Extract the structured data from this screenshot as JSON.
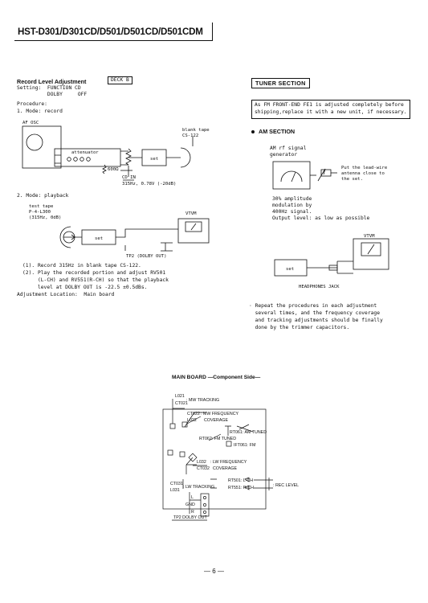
{
  "header": {
    "title": "HST-D301/D301CD/D501/D501CD/D501CDM"
  },
  "record": {
    "heading": "Record Level Adjustment",
    "deck": "DECK B",
    "setting1": "Setting:  FUNCTION CD",
    "setting2": "          DOLBY     OFF",
    "procedure": "Procedure:",
    "mode1": "1. Mode: record",
    "af_osc": "AF OSC",
    "attenuator": "attenuator",
    "res": "600Ω",
    "set": "set",
    "blank_tape": "blank tape",
    "cs": "CS-122",
    "cd_in": "CD IN",
    "cd_in_value": "315Hz, 0.78V (-20dB)",
    "mode2": "2. Mode: playback",
    "test_tape": "test tape",
    "test_tape_id": "P-4-L300",
    "test_tape_sig": "(315Hz, 0dB)",
    "vtvm": "VTVM",
    "tp2": "TP2 (DOLBY OUT)",
    "step1": "(1). Record 315Hz in blank tape CS-122.",
    "step2a": "(2). Play the recorded portion and adjust RV501",
    "step2b": "     (L-CH) and RV551(R-CH) so that the playback",
    "step2c": "     level at DOLBY OUT is -22.5 ±0.5dBs.",
    "location": "Adjustment Location:  Main board"
  },
  "tuner": {
    "section": "TUNER SECTION",
    "note1": "As FM FRONT-END FE1 is adjusted completely before",
    "note2": "shipping,replace it with a new unit, if necessary.",
    "am_section": "AM SECTION",
    "am_rf1": "AM rf signal",
    "am_rf2": "generator",
    "lead1": "Put the lead-wire",
    "lead2": "antenna close to",
    "lead3": "the set.",
    "mod1": "30% amplitude",
    "mod2": "modulation by",
    "mod3": "400Hz signal.",
    "output": "Output level: as low as possible",
    "vtvm": "VTVM",
    "set": "set",
    "jack": "HEADPHONES JACK",
    "repeat1": "· Repeat the procedures in each adjustment",
    "repeat2": "  several times, and the frequency coverage",
    "repeat3": "  and tracking adjustments should be finally",
    "repeat4": "  done by the trimmer capacitors."
  },
  "board": {
    "title": "MAIN BOARD  —Component Side—",
    "l021": "L021",
    "ct021": "CT021",
    "mw_tracking": ": MW TRACKING",
    "ct022": "CT022",
    "l022": "L022",
    "mw_freq": ": MW FREQUENCY",
    "coverage1": "  COVERAGE",
    "rt061": "RT061: AM TUNED",
    "rt062": "RT062: FM TUNED",
    "ift061": "IFT061: FM",
    "l032": "L032",
    "ct032": "CT032",
    "lw_freq": ": LW FREQUENCY",
    "coverage2": "  COVERAGE",
    "ct031": "CT031",
    "l031": "L031",
    "lw_tracking": ": LW TRACKING",
    "rt501": "RT501: L-CH",
    "rt551": "RT551: R-CH",
    "rec_level": ": REC LEVEL",
    "l": "L",
    "gnd": "GND",
    "r": "R",
    "tp2": "TP2 DOLBY OUT"
  },
  "footer": {
    "page": "— 6 —"
  }
}
